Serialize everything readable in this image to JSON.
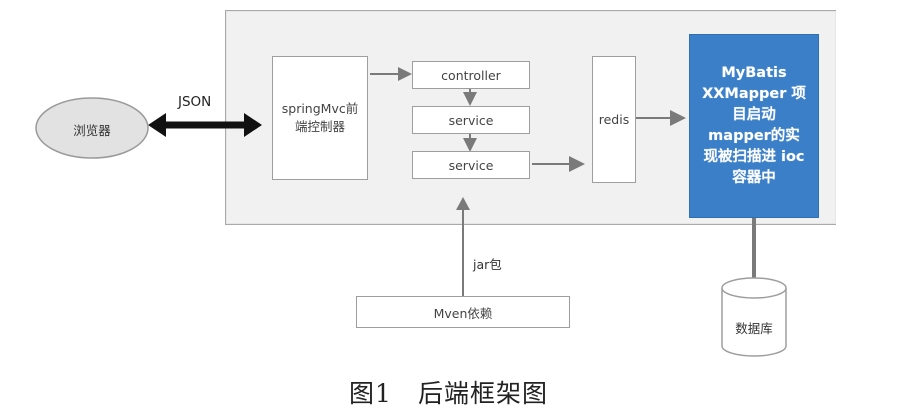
{
  "diagram": {
    "browser_label": "浏览器",
    "json_label": "JSON",
    "frontend_controller_label": "springMvc前端控制器",
    "controller_label": "controller",
    "service1_label": "service",
    "service2_label": "service",
    "redis_label": "redis",
    "mybatis_label": "MyBatis XXMapper 项目启动 mapper的实 现被扫描进 ioc容器中",
    "jar_label": "jar包",
    "maven_label": "Mven依赖",
    "database_label": "数据库"
  },
  "caption": {
    "figure_number": "图1",
    "title": "后端框架图"
  },
  "colors": {
    "panel_bg": "#f1f1f1",
    "box_border": "#9e9e9e",
    "blue_box": "#3b7fc8",
    "arrow_gray": "#7a7a7a",
    "json_arrow": "#111111"
  }
}
